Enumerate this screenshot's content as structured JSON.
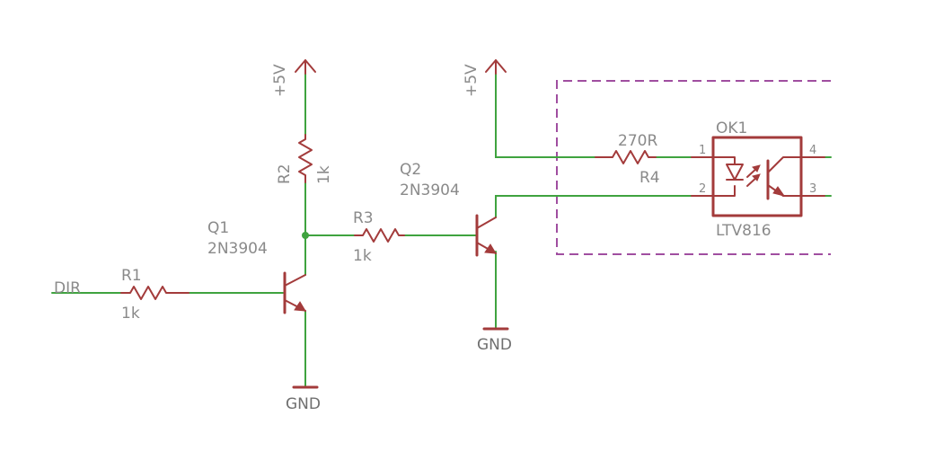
{
  "components": {
    "r1": {
      "name": "R1",
      "value": "1k"
    },
    "r2": {
      "name": "R2",
      "value": "1k"
    },
    "r3": {
      "name": "R3",
      "value": "1k"
    },
    "r4": {
      "name": "R4",
      "value": "270R"
    },
    "q1": {
      "name": "Q1",
      "part": "2N3904"
    },
    "q2": {
      "name": "Q2",
      "part": "2N3904"
    },
    "ok1": {
      "name": "OK1",
      "part": "LTV816",
      "pins": [
        "1",
        "2",
        "3",
        "4"
      ]
    }
  },
  "nets": {
    "input": "DIR",
    "supply_1": "+5V",
    "supply_2": "+5V",
    "ground_1": "GND",
    "ground_2": "GND"
  },
  "colors": {
    "wire": "#3fa33f",
    "symbol": "#a33b3b",
    "label": "#8a8a8a",
    "frame": "#a04ea0"
  }
}
